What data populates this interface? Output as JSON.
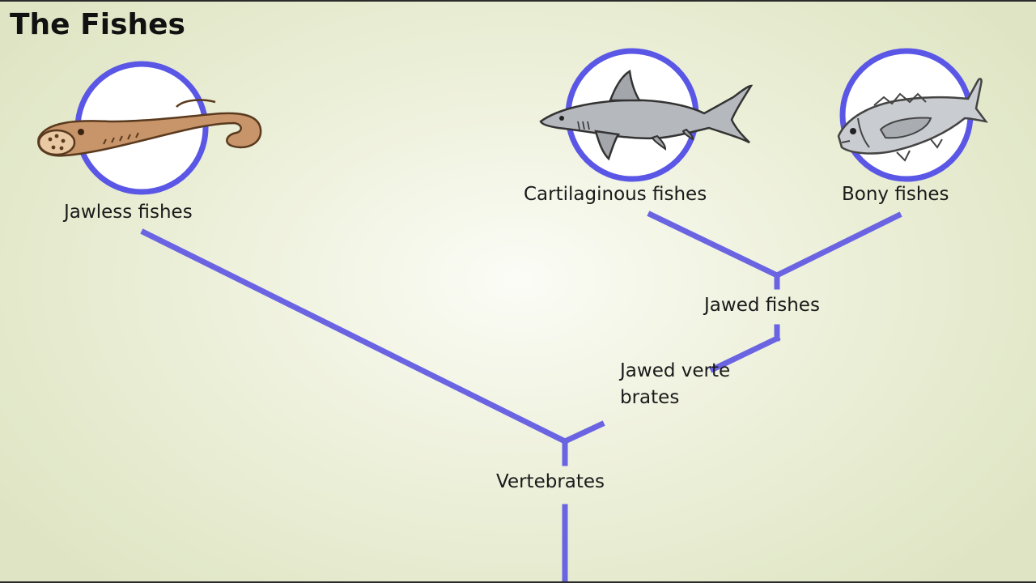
{
  "title": "The Fishes",
  "colors": {
    "branch": "#6a64e3",
    "ring": "#5b57e6",
    "text": "#1a1a1a"
  },
  "taxa": {
    "jawless": {
      "label": "Jawless fishes",
      "icon": "lamprey-icon"
    },
    "cartilaginous": {
      "label": "Cartilaginous fishes",
      "icon": "shark-icon"
    },
    "bony": {
      "label": "Bony fishes",
      "icon": "tuna-icon"
    }
  },
  "nodes": {
    "jawed_fishes": "Jawed fishes",
    "jawed_vertebrates": "Jawed vertebrates",
    "vertebrates": "Vertebrates"
  }
}
